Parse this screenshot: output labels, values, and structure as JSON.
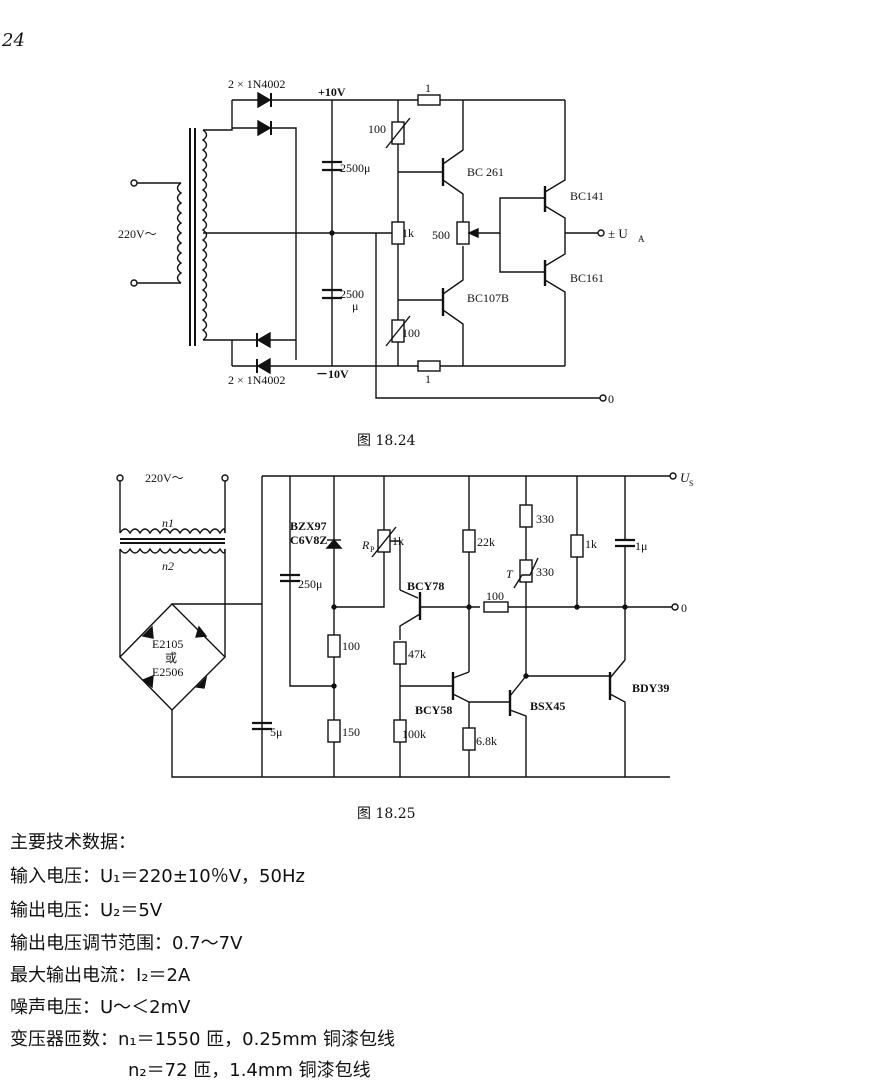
{
  "page_number": "24",
  "fig1": {
    "caption": "图 18.24",
    "labels": {
      "diode_top": "2 × 1N4002",
      "diode_bottom": "2 × 1N4002",
      "vpos": "+10V",
      "vneg": "－10V",
      "mains": "220V～",
      "cap1": "2500μ",
      "cap2a": "2500",
      "cap2b": "μ",
      "r_top": "1",
      "r_bottom": "1",
      "pot_top": "100",
      "pot_bottom": "100",
      "r1k": "1k",
      "pot500": "500",
      "q1": "BC 261",
      "q2": "BC107B",
      "q3": "BC141",
      "q4": "BC161",
      "out": "± U",
      "out_sub": "A",
      "gnd": "0"
    }
  },
  "fig2": {
    "caption": "图 18.25",
    "labels": {
      "mains": "220V～",
      "n1": "n1",
      "n2": "n2",
      "bridge1": "E2105",
      "bridge2": "或",
      "bridge3": "E2506",
      "cap5": "5μ",
      "cap250": "250μ",
      "zener1": "BZX97",
      "zener2": "C6V8Z",
      "r100": "100",
      "r150": "150",
      "rp": "R",
      "rp_sub": "P",
      "rp_val": "1k",
      "q_bcy78": "BCY78",
      "r47k": "47k",
      "q_bcy58": "BCY58",
      "r100k": "100k",
      "r22k": "22k",
      "r100b": "100",
      "r330a": "330",
      "therm_t": "T",
      "r330b": "330",
      "r68k": "6.8k",
      "q_bsx45": "BSX45",
      "r1k2": "1k",
      "cap1u": "1μ",
      "q_bdy39": "BDY39",
      "us": "U",
      "us_sub": "S",
      "out0": "0"
    }
  },
  "specs": {
    "heading": "主要技术数据：",
    "lines": [
      "输入电压：U₁＝220±10％V，50Hz",
      "输出电压：U₂＝5V",
      "输出电压调节范围：0.7～7V",
      "最大输出电流：I₂＝2A",
      "噪声电压：U～＜2mV",
      "变压器匝数：n₁＝1550 匝，0.25mm 铜漆包线",
      "n₂＝72 匝，1.4mm 铜漆包线"
    ]
  }
}
